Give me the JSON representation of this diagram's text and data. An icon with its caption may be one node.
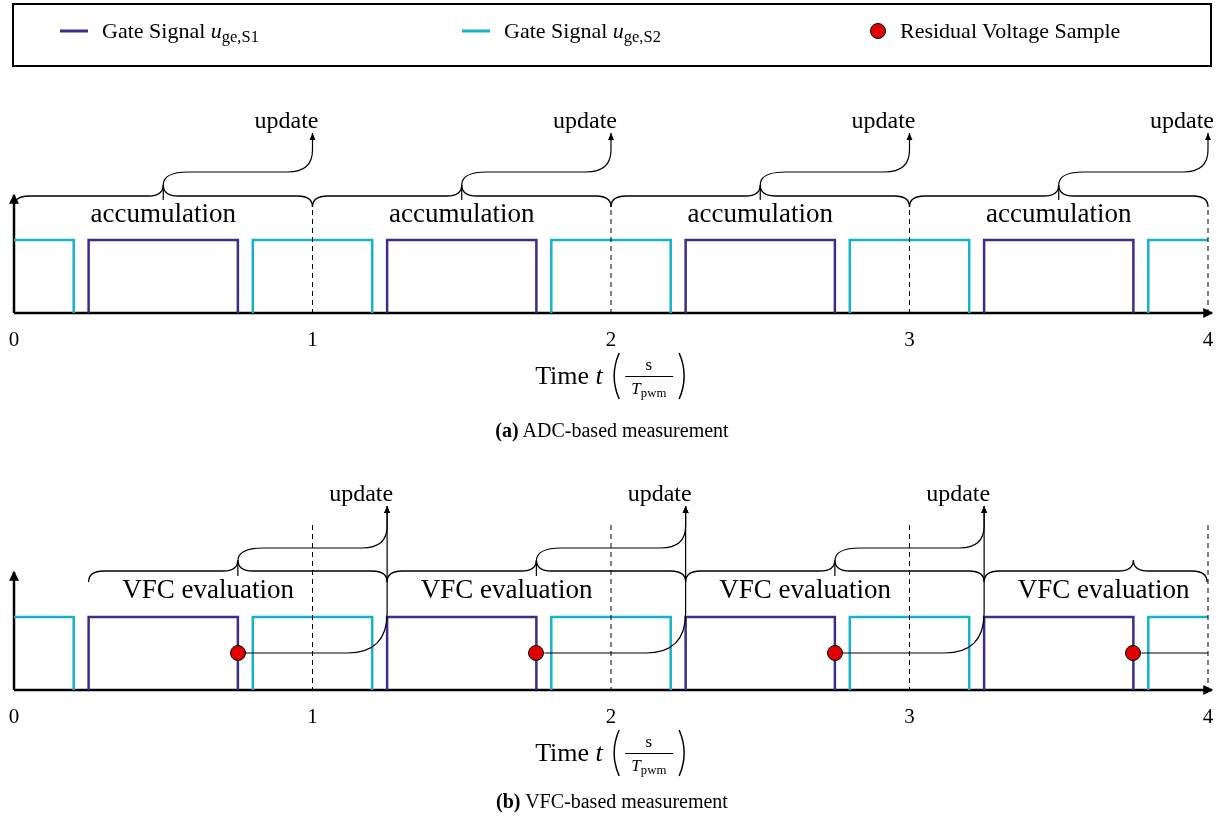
{
  "diagram": {
    "nodes": [
      {
        "text": [
          "update"
        ]
      },
      {
        "text": [
          "update"
        ]
      },
      {
        "text": [
          "update"
        ]
      },
      {
        "text": [
          "update"
        ]
      },
      {
        "text": [
          "accumulation"
        ]
      },
      {
        "text": [
          "accumulation"
        ]
      },
      {
        "text": [
          "accumulation"
        ]
      },
      {
        "text": [
          "accumulation"
        ]
      },
      {
        "text": [
          "update"
        ]
      },
      {
        "text": [
          "update"
        ]
      },
      {
        "text": [
          "update"
        ]
      },
      {
        "text": [
          "VFC evaluation"
        ]
      },
      {
        "text": [
          "VFC evaluation"
        ]
      },
      {
        "text": [
          "VFC evaluation"
        ]
      },
      {
        "text": [
          "VFC evaluation"
        ]
      },
      {
        "text": [],
        "shape": "circle"
      },
      {
        "text": [],
        "shape": "circle"
      },
      {
        "text": [],
        "shape": "circle"
      },
      {
        "text": [],
        "shape": "circle"
      }
    ],
    "edges": [
      {
        "from": 4,
        "to": 0,
        "arrow": "to"
      },
      {
        "from": 5,
        "to": 1,
        "arrow": "to"
      },
      {
        "from": 6,
        "to": 2,
        "arrow": "to"
      },
      {
        "from": 7,
        "to": 3,
        "arrow": "to"
      },
      {
        "from": 11,
        "to": 8,
        "arrow": "to"
      },
      {
        "from": 12,
        "to": 9,
        "arrow": "to"
      },
      {
        "from": 13,
        "to": 10,
        "arrow": "to"
      },
      {
        "from": 15,
        "to": 8,
        "arrow": "to"
      },
      {
        "from": 16,
        "to": 9,
        "arrow": "to"
      },
      {
        "from": 17,
        "to": 10,
        "arrow": "to"
      },
      {
        "from": 18,
        "to": null,
        "arrow": "none"
      }
    ],
    "labels": [
      "0",
      "1",
      "2",
      "3",
      "4",
      "Time *t*",
      "s",
      "*T*$_{pwm}$",
      "**(a)** ADC-based measurement",
      "0",
      "1",
      "2",
      "3",
      "4",
      "Time *t*",
      "s",
      "*T*$_{pwm}$",
      "**(b)** VFC-based measurement"
    ],
    "legend": [
      {
        "text": "Gate Signal *u*$_{ge,S1}$"
      },
      {
        "text": "Gate Signal *u*$_{ge,S2}$"
      },
      {
        "text": "Residual Voltage Sample"
      }
    ]
  }
}
